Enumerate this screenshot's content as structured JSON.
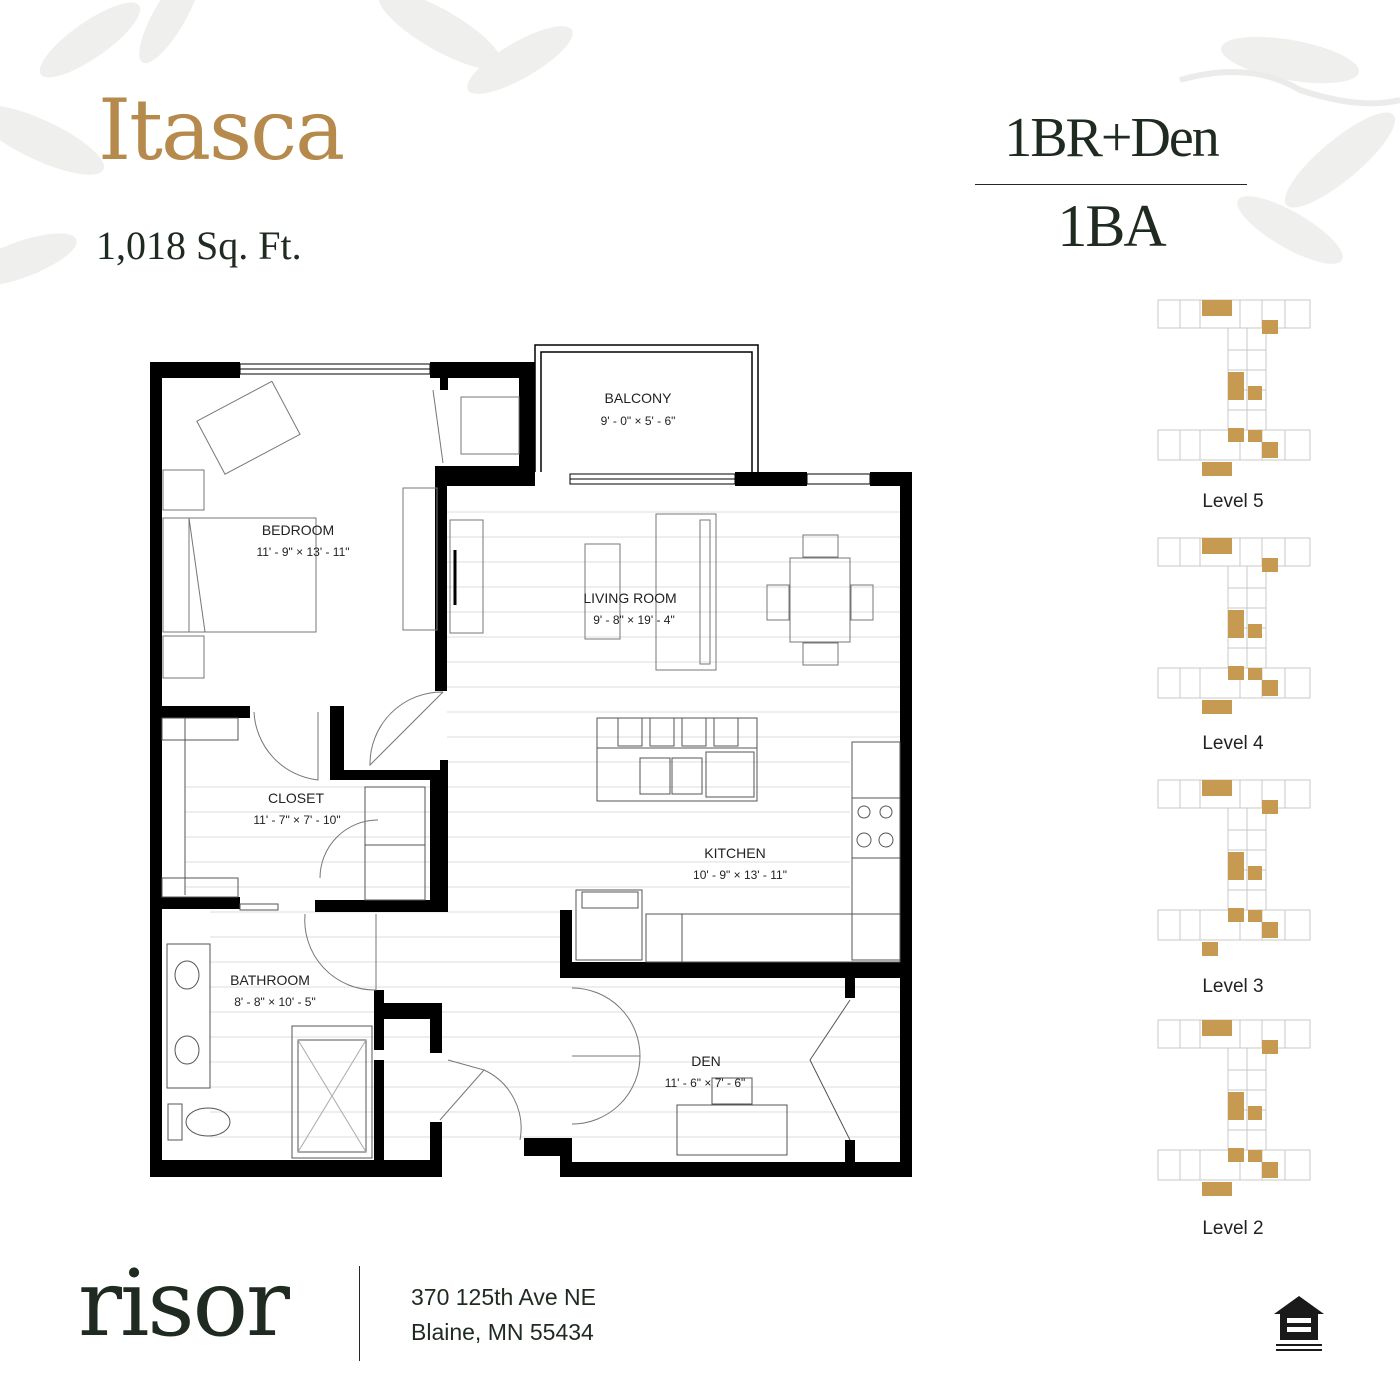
{
  "unit": {
    "name": "Itasca",
    "area": "1,018 Sq. Ft.",
    "bedrooms": "1BR+Den",
    "bathrooms": "1BA"
  },
  "rooms": [
    {
      "id": "balcony",
      "label": "BALCONY",
      "dims": "9' - 0\" × 5' - 6\""
    },
    {
      "id": "bedroom",
      "label": "BEDROOM",
      "dims": "11' - 9\" × 13' - 11\""
    },
    {
      "id": "living",
      "label": "LIVING ROOM",
      "dims": "9' - 8\" × 19' - 4\""
    },
    {
      "id": "closet",
      "label": "CLOSET",
      "dims": "11' - 7\" × 7' - 10\""
    },
    {
      "id": "kitchen",
      "label": "KITCHEN",
      "dims": "10' - 9\" × 13' - 11\""
    },
    {
      "id": "bathroom",
      "label": "BATHROOM",
      "dims": "8' - 8\" × 10' - 5\""
    },
    {
      "id": "den",
      "label": "DEN",
      "dims": "11' - 6\" × 7' - 6\""
    }
  ],
  "levels": [
    {
      "label": "Level 5"
    },
    {
      "label": "Level 4"
    },
    {
      "label": "Level 3"
    },
    {
      "label": "Level 2"
    }
  ],
  "brand": {
    "name": "risor",
    "address_line1": "370 125th Ave NE",
    "address_line2": "Blaine, MN 55434"
  },
  "colors": {
    "gold": "#b58a4c",
    "dark_green": "#1f2a20",
    "wall": "#000000",
    "floor_line": "#d9d9d9",
    "leaf": "#ececea",
    "keyplan_line": "#c9c9c9"
  },
  "icons": {
    "equal_housing": "equal-housing-opportunity-logo"
  }
}
